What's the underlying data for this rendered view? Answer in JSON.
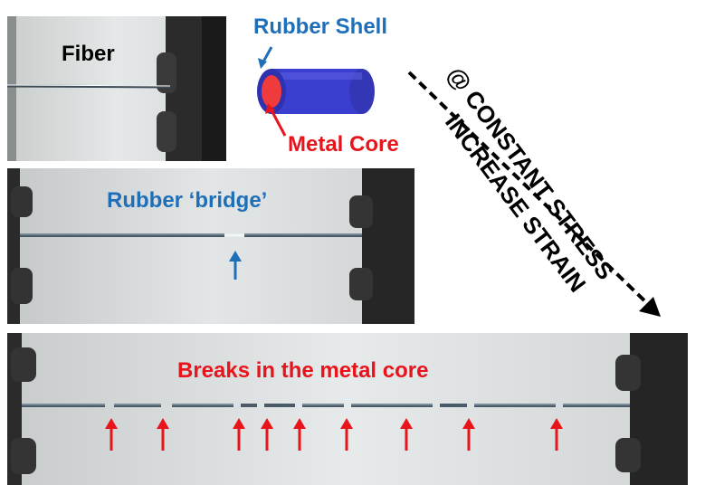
{
  "labels": {
    "fiber": "Fiber",
    "rubber_shell": "Rubber Shell",
    "metal_core": "Metal Core",
    "rubber_bridge": "Rubber ‘bridge’",
    "breaks": "Breaks in the metal core",
    "strain_line1": "INCREASE STRAIN",
    "strain_line2": "@ CONSTANT STRESS"
  },
  "colors": {
    "blue_text": "#1f6fb8",
    "red_text": "#e8141b",
    "shell_blue": "#3b3fcf",
    "core_red": "#ef3b3b",
    "black": "#000000"
  },
  "icons": [
    "up-arrow-icon",
    "dashed-arrow-icon",
    "cylinder-icon"
  ]
}
